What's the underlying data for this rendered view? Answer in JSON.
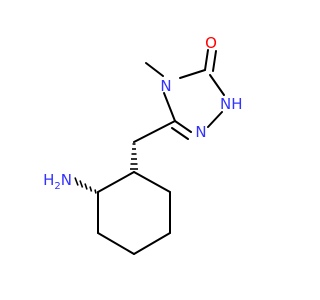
{
  "molecule": {
    "colors": {
      "bond": "#000000",
      "nitrogen": "#3333FF",
      "oxygen": "#FF0000"
    },
    "labels": {
      "ring_nitrogen": "N",
      "ring_nh": "NH",
      "ring_n_bottom": "N",
      "carbonyl_oxygen": "O",
      "amino": "H2N",
      "amino_h": "H",
      "amino_sub": "2",
      "amino_n": "N"
    }
  }
}
